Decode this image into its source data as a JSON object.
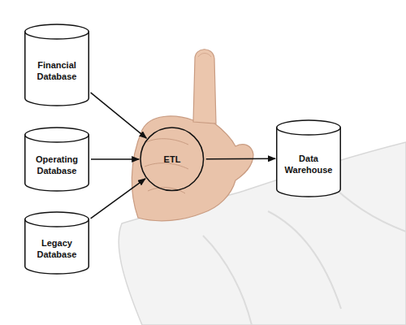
{
  "diagram": {
    "nodes": [
      {
        "text": [
          "Financial Database"
        ]
      },
      {
        "text": [
          "Operating Database"
        ]
      },
      {
        "text": [
          "Legacy Database"
        ]
      },
      {
        "text": [
          "ETL"
        ]
      },
      {
        "text": [
          "Data Warehouse"
        ]
      }
    ],
    "edges": [
      {
        "from": 0,
        "to": 3,
        "arrow": "to"
      },
      {
        "from": 1,
        "to": 3,
        "arrow": "to"
      },
      {
        "from": 2,
        "to": 3,
        "arrow": "to"
      },
      {
        "from": 3,
        "to": 4,
        "arrow": "to"
      }
    ]
  }
}
